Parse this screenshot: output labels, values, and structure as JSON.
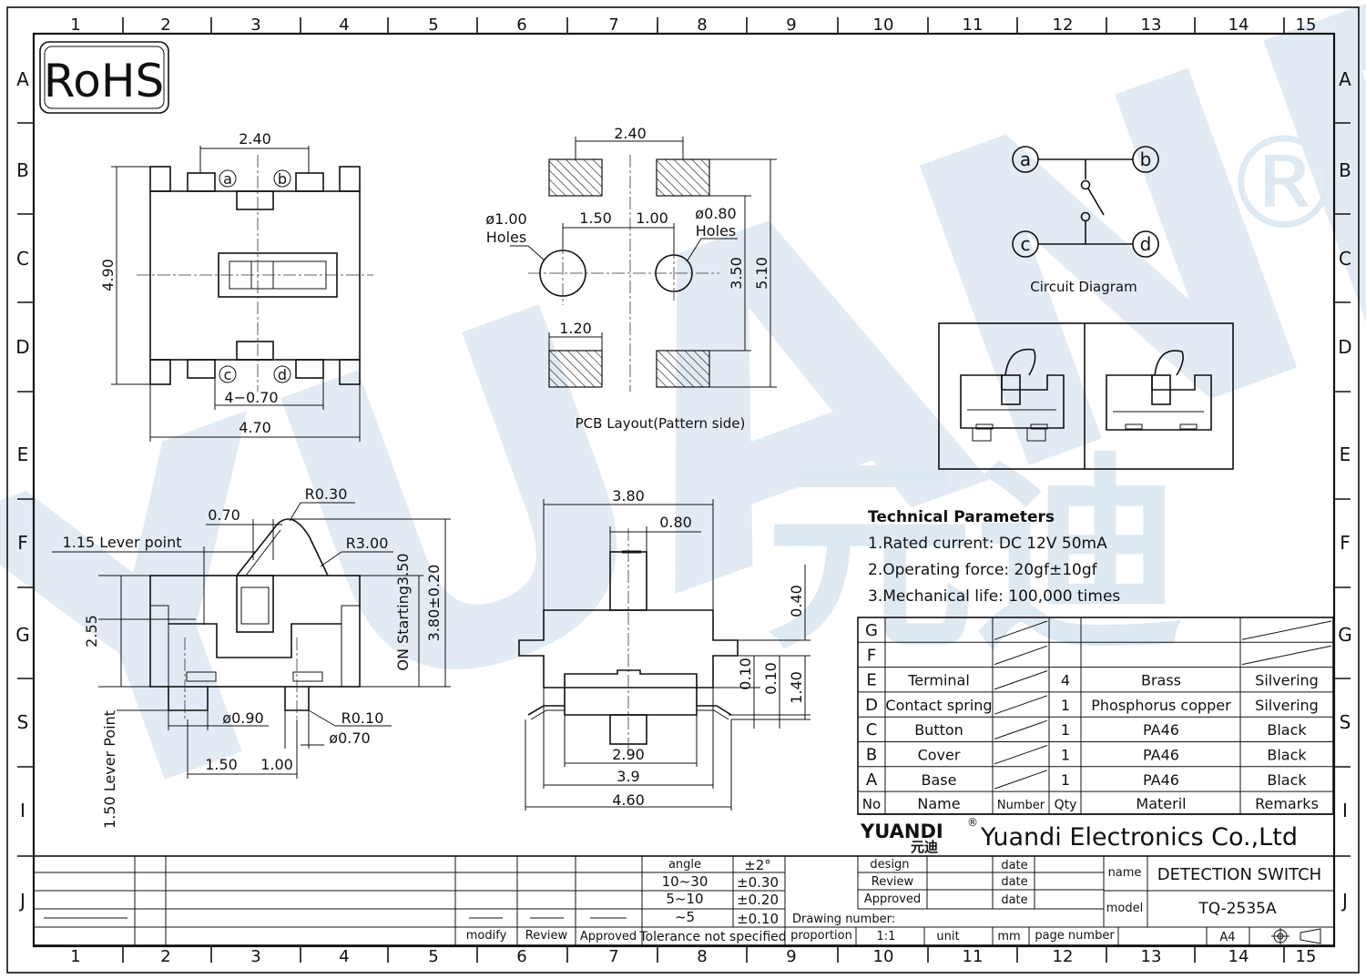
{
  "rohs": "RoHS",
  "col_labels": [
    "1",
    "2",
    "3",
    "4",
    "5",
    "6",
    "7",
    "8",
    "9",
    "10",
    "11",
    "12",
    "13",
    "14",
    "15"
  ],
  "row_labels": [
    "A",
    "B",
    "C",
    "D",
    "E",
    "F",
    "G",
    "S",
    "I",
    "J"
  ],
  "watermark": {
    "text": "YUANDI",
    "cjk": "元迪",
    "registered": "®"
  },
  "top_view": {
    "dim_width_top": "2.40",
    "dim_height": "4.90",
    "dim_pitch": "4−0.70",
    "dim_width": "4.70",
    "terminals": [
      "a",
      "b",
      "c",
      "d"
    ]
  },
  "pcb": {
    "dim_top": "2.40",
    "dim_150": "1.50",
    "dim_100": "1.00",
    "hole1": "ø1.00",
    "hole1b": "Holes",
    "hole2": "ø0.80",
    "hole2b": "Holes",
    "dim_120": "1.20",
    "dim_350": "3.50",
    "dim_510": "5.10",
    "caption": "PCB  Layout(Pattern  side)"
  },
  "circuit": {
    "terminals": [
      "a",
      "b",
      "c",
      "d"
    ],
    "caption": "Circuit  Diagram"
  },
  "side_view": {
    "r030": "R0.30",
    "d070": "0.70",
    "lever_point": "1.15  Lever  point",
    "r300": "R3.00",
    "on_start": "ON  Starting3.50",
    "h380": "3.80±0.20",
    "h255": "2.55",
    "d090": "ø0.90",
    "r010": "R0.10",
    "d0702": "ø0.70",
    "d150": "1.50",
    "d100": "1.00",
    "lever_point2": "1.50  Lever  Point"
  },
  "front_view": {
    "w380": "3.80",
    "w080": "0.80",
    "h040": "0.40",
    "h010a": "0.10",
    "h010b": "0.10",
    "h140": "1.40",
    "w290": "2.90",
    "w39": "3.9",
    "w460": "4.60"
  },
  "tech": {
    "title": "Technical Parameters",
    "items": [
      "1.Rated current: DC 12V 50mA",
      "2.Operating force: 20gf±10gf",
      "3.Mechanical life: 100,000 times"
    ]
  },
  "bom": {
    "rows": [
      {
        "no": "G",
        "name": "",
        "qty": "",
        "material": "",
        "remarks": ""
      },
      {
        "no": "F",
        "name": "",
        "qty": "",
        "material": "",
        "remarks": ""
      },
      {
        "no": "E",
        "name": "Terminal",
        "qty": "4",
        "material": "Brass",
        "remarks": "Silvering"
      },
      {
        "no": "D",
        "name": "Contact spring",
        "qty": "1",
        "material": "Phosphorus copper",
        "remarks": "Silvering"
      },
      {
        "no": "C",
        "name": "Button",
        "qty": "1",
        "material": "PA46",
        "remarks": "Black"
      },
      {
        "no": "B",
        "name": "Cover",
        "qty": "1",
        "material": "PA46",
        "remarks": "Black"
      },
      {
        "no": "A",
        "name": "Base",
        "qty": "1",
        "material": "PA46",
        "remarks": "Black"
      }
    ],
    "header": {
      "no": "No",
      "name": "Name",
      "number": "Number",
      "qty": "Qty",
      "material": "Materil",
      "remarks": "Remarks"
    }
  },
  "company": {
    "logo": "YUANDI",
    "logo_cjk": "元迪",
    "reg": "®",
    "name": "Yuandi Electronics Co.,Ltd"
  },
  "title_block": {
    "angle": "angle",
    "angle_tol": "±2°",
    "r1": "10~30",
    "t1": "±0.30",
    "r2": "5~10",
    "t2": "±0.20",
    "r3": "~5",
    "t3": "±0.10",
    "tol_note": "Tolerance not specified",
    "modify": "modify",
    "review": "Review",
    "approved": "Approved",
    "design": "design",
    "review2": "Review",
    "approved2": "Approved",
    "date": "date",
    "drawing_number": "Drawing number:",
    "proportion": "proportion",
    "scale": "1:1",
    "unit": "unit",
    "mm": "mm",
    "page_number": "page number",
    "name_label": "name",
    "name_value": "DETECTION SWITCH",
    "model_label": "model",
    "model_value": "TQ-2535A",
    "sheet": "A4"
  }
}
